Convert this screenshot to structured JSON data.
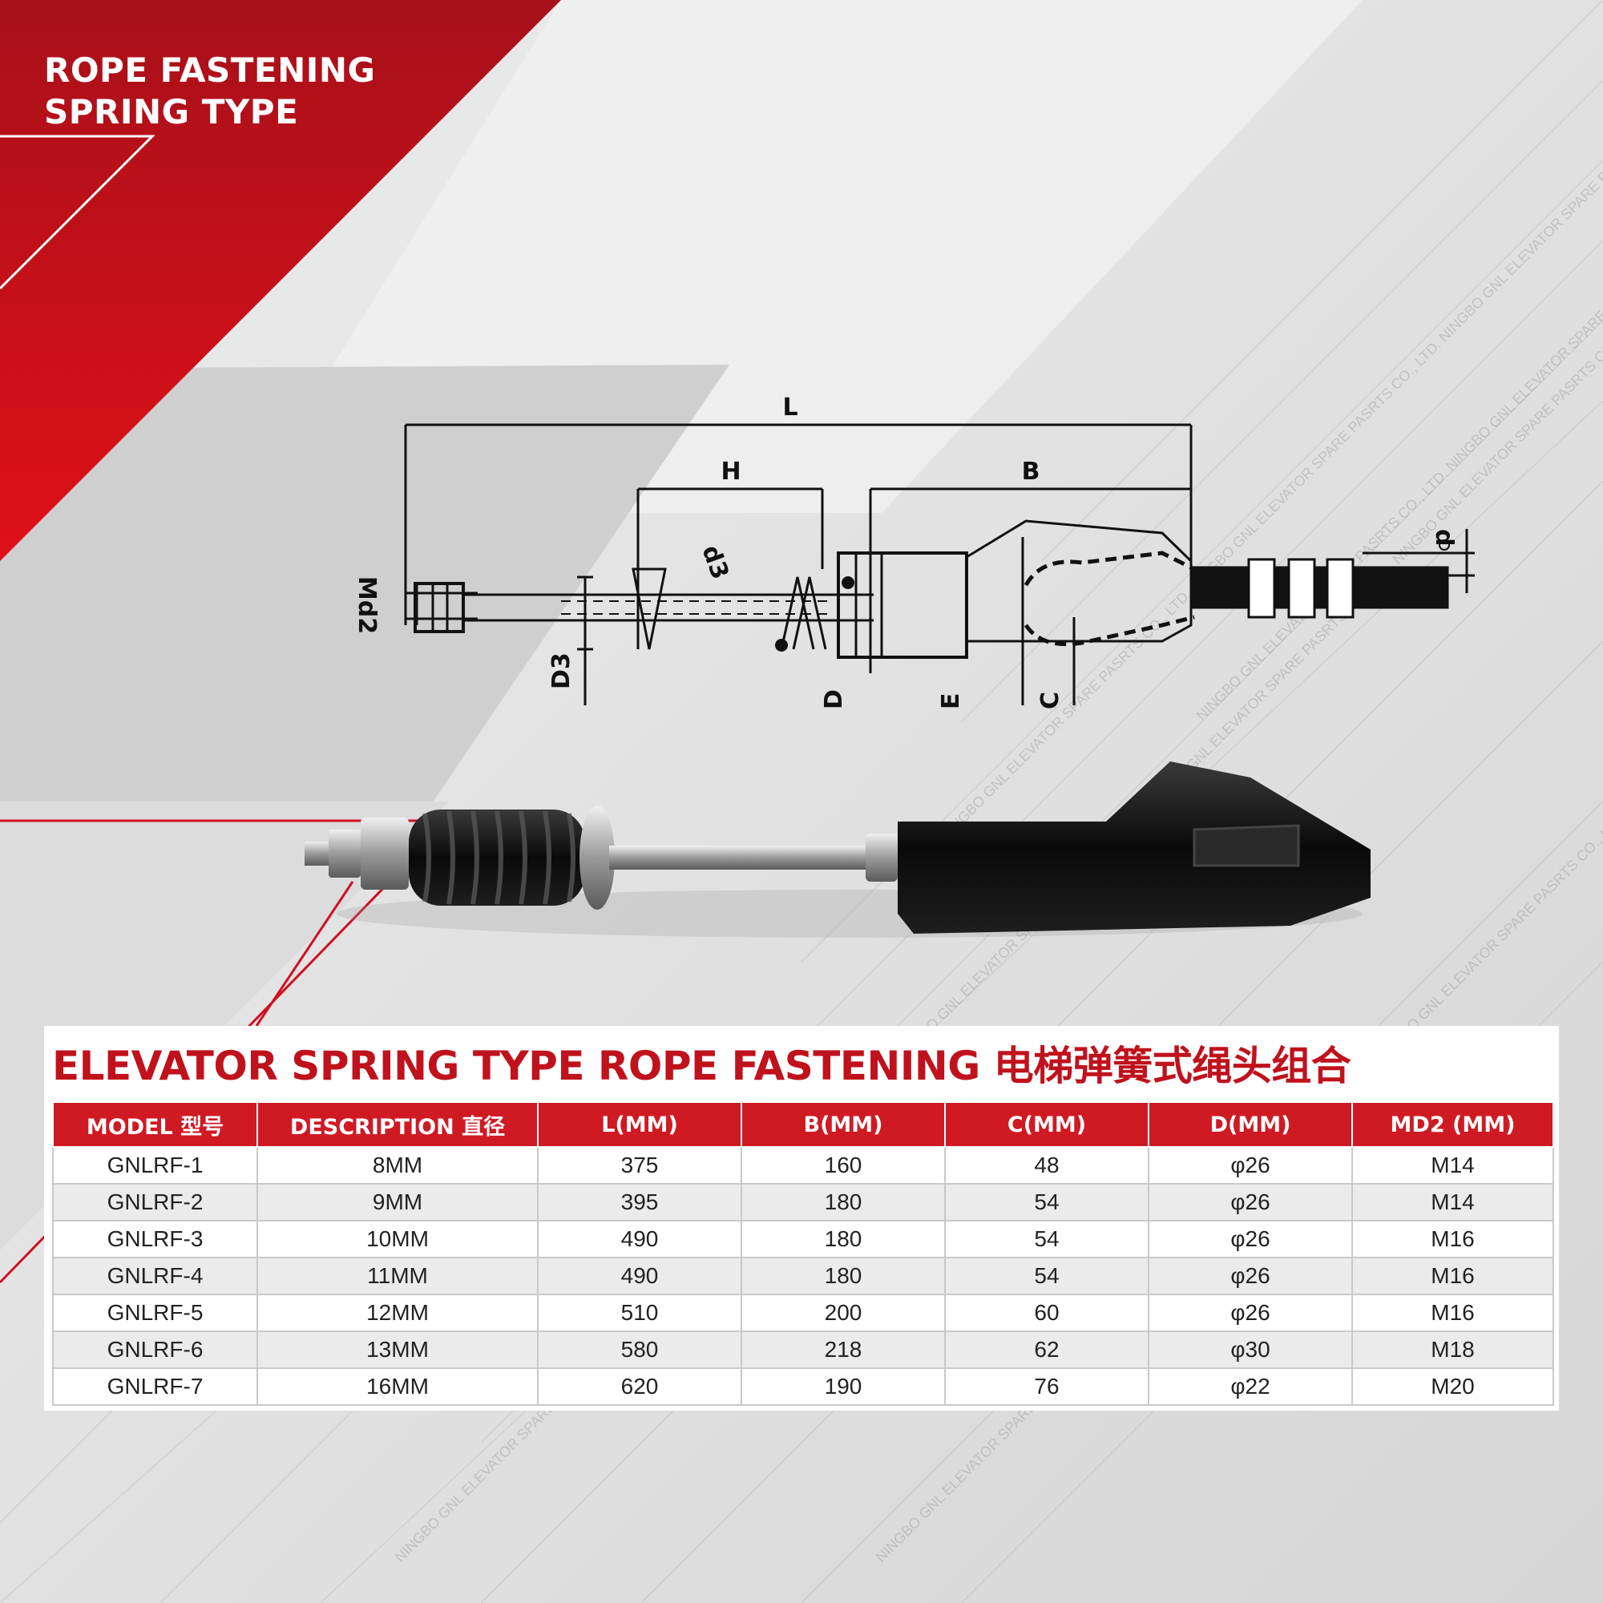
{
  "header": {
    "title_line1": "ROPE FASTENING",
    "title_line2": "SPRING TYPE"
  },
  "colors": {
    "brand_red": "#c0121c",
    "header_red": "#cf1a24",
    "background": "#e6e6e6"
  },
  "watermark": {
    "text": "NINGBO GNL ELEVATOR SPARE PASRTS CO., LTD."
  },
  "drawing": {
    "labels": {
      "L": "L",
      "H": "H",
      "B": "B",
      "Md2": "Md2",
      "d3": "d3",
      "D3": "D3",
      "D": "D",
      "E": "E",
      "C": "C",
      "d": "d"
    }
  },
  "table": {
    "title": "ELEVATOR SPRING TYPE ROPE FASTENING 电梯弹簧式绳头组合",
    "columns": [
      "MODEL 型号",
      "DESCRIPTION 直径",
      "L(MM)",
      "B(MM)",
      "C(MM)",
      "D(MM)",
      "MD2 (MM)"
    ],
    "rows": [
      [
        "GNLRF-1",
        "8MM",
        "375",
        "160",
        "48",
        "φ26",
        "M14"
      ],
      [
        "GNLRF-2",
        "9MM",
        "395",
        "180",
        "54",
        "φ26",
        "M14"
      ],
      [
        "GNLRF-3",
        "10MM",
        "490",
        "180",
        "54",
        "φ26",
        "M16"
      ],
      [
        "GNLRF-4",
        "11MM",
        "490",
        "180",
        "54",
        "φ26",
        "M16"
      ],
      [
        "GNLRF-5",
        "12MM",
        "510",
        "200",
        "60",
        "φ26",
        "M16"
      ],
      [
        "GNLRF-6",
        "13MM",
        "580",
        "218",
        "62",
        "φ30",
        "M18"
      ],
      [
        "GNLRF-7",
        "16MM",
        "620",
        "190",
        "76",
        "φ22",
        "M20"
      ]
    ]
  }
}
